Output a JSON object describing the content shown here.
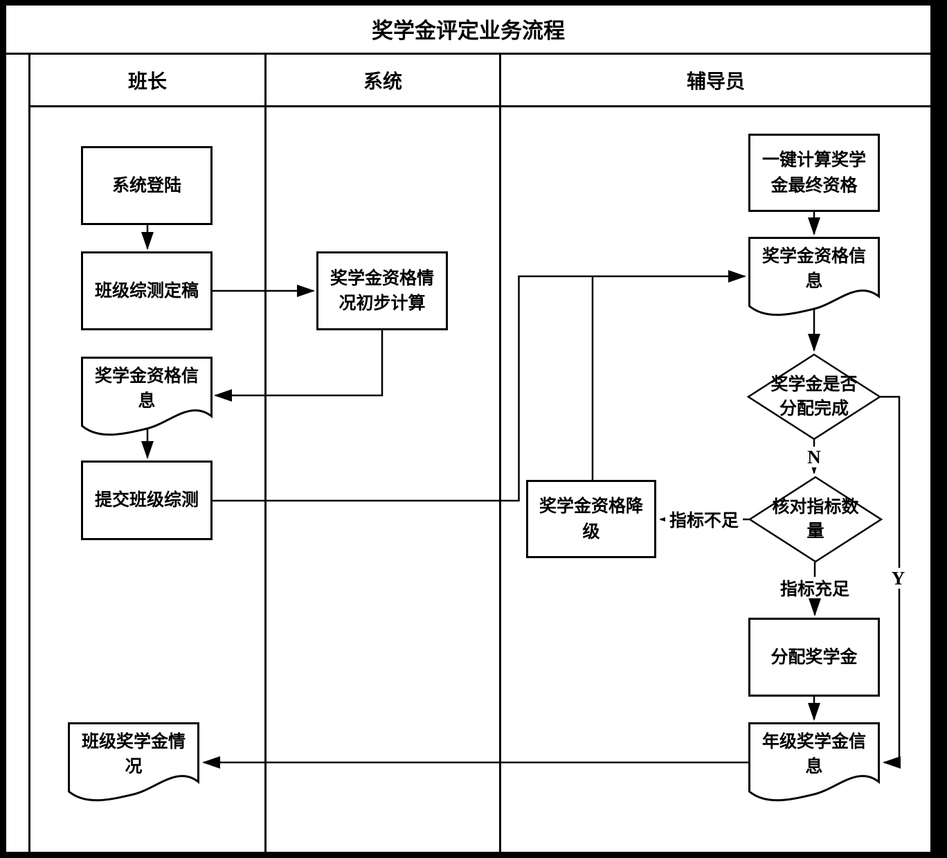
{
  "title": "奖学金评定业务流程",
  "lanes": [
    {
      "label": "班长"
    },
    {
      "label": "系统"
    },
    {
      "label": "辅导员"
    }
  ],
  "nodes": {
    "sys_login": {
      "type": "process",
      "label": "系统登陆"
    },
    "class_eval_final": {
      "type": "process",
      "label": "班级综测定稿"
    },
    "schol_info_left": {
      "type": "document",
      "label": "奖学金资格信息"
    },
    "submit_class_eval": {
      "type": "process",
      "label": "提交班级综测"
    },
    "class_schol_status": {
      "type": "document",
      "label": "班级奖学金情况"
    },
    "prelim_calc": {
      "type": "process",
      "label": "奖学金资格情况初步计算"
    },
    "one_click_calc": {
      "type": "process",
      "label": "一键计算奖学金最终资格"
    },
    "schol_info_right": {
      "type": "document",
      "label": "奖学金资格信息"
    },
    "alloc_done": {
      "type": "decision",
      "label": "奖学金是否分配完成"
    },
    "check_quota": {
      "type": "decision",
      "label": "核对指标数量"
    },
    "downgrade": {
      "type": "process",
      "label": "奖学金资格降级"
    },
    "allocate": {
      "type": "process",
      "label": "分配奖学金"
    },
    "grade_schol_info": {
      "type": "document",
      "label": "年级奖学金信息"
    }
  },
  "edge_labels": {
    "no": "N",
    "yes": "Y",
    "insufficient": "指标不足",
    "sufficient": "指标充足"
  },
  "colors": {
    "line": "#000000",
    "background": "#ffffff"
  }
}
